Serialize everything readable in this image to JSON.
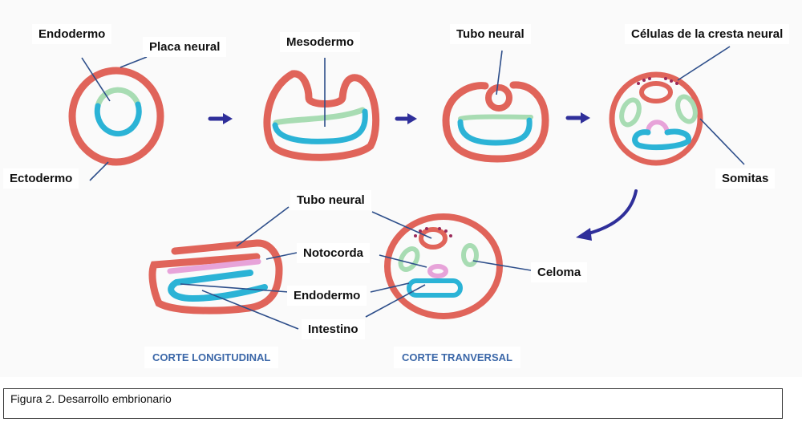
{
  "colors": {
    "ectoderm": "#e0645a",
    "endoderm": "#2bb3d6",
    "mesoderm": "#a8dcb3",
    "notochord": "#e7a3d9",
    "neural_crest": "#9a2a5a",
    "arrow": "#2f2f9a",
    "leader_line": "#2d4e8a",
    "section_title": "#3b67a8"
  },
  "labels": {
    "endodermo_1": "Endodermo",
    "placa_neural": "Placa neural",
    "ectodermo": "Ectodermo",
    "mesodermo": "Mesodermo",
    "tubo_neural_1": "Tubo neural",
    "celulas_cresta": "Células de la cresta neural",
    "somitas": "Somitas",
    "tubo_neural_2": "Tubo neural",
    "notocorda": "Notocorda",
    "endodermo_2": "Endodermo",
    "intestino": "Intestino",
    "celoma": "Celoma"
  },
  "sections": {
    "longitudinal": "CORTE LONGITUDINAL",
    "transversal": "CORTE TRANVERSAL"
  },
  "caption": "Figura 2. Desarrollo embrionario"
}
